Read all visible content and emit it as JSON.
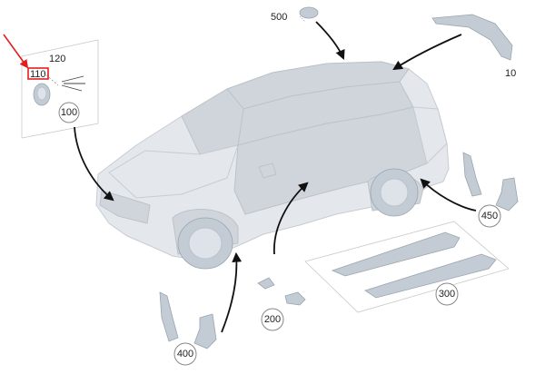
{
  "callouts": {
    "c100": "100",
    "c200": "200",
    "c300": "300",
    "c400": "400",
    "c450": "450"
  },
  "labels": {
    "l10": "10",
    "l110": "110",
    "l120": "120",
    "l500": "500"
  },
  "colors": {
    "highlight": "#e02020",
    "arrow": "#111111",
    "part": "#c3ccd4",
    "car": "#e4e8ec"
  }
}
